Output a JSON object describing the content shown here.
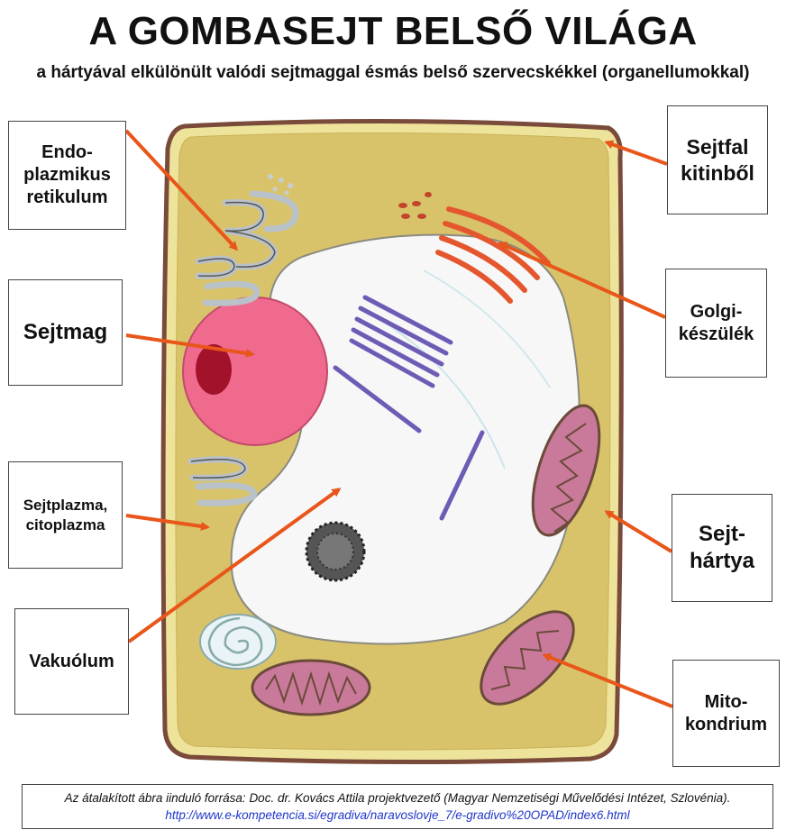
{
  "title": "A GOMBASEJT BELSŐ VILÁGA",
  "subtitle": "a hártyával elkülönült valódi sejtmaggal ésmás belső szervecskékkel (organellumokkal)",
  "labels": {
    "er": "Endo-\nplazmikus\nretikulum",
    "nucleus": "Sejtmag",
    "cytoplasm": "Sejtplazma,\ncitoplazma",
    "vacuole": "Vakuólum",
    "cell_wall": "Sejtfal\nkitinből",
    "golgi": "Golgi-\nkészülék",
    "membrane": "Sejt-\nhártya",
    "mitochondrion": "Mito-\nkondrium"
  },
  "source": {
    "text": "Az átalakított ábra iinduló forrása: Doc. dr. Kovács Attila projektvezető (Magyar Nemzetiségi Művelődési Intézet, Szlovénia).",
    "url": "http://www.e-kompetencia.si/egradiva/naravoslovje_7/e-gradivo%20OPAD/index6.html"
  },
  "colors": {
    "cell_wall": "#7a4a3a",
    "cytoplasm": "#d9c36a",
    "membrane_band": "#ede39a",
    "nucleus": "#f06a8e",
    "nucleolus": "#a3122b",
    "vacuole": "#f7f7f7",
    "golgi": "#e4572e",
    "er": "#b9c2c8",
    "mitochondrion": "#c97a9a",
    "purple_crystal": "#6e5bb5",
    "arrow": "#e8561a"
  }
}
